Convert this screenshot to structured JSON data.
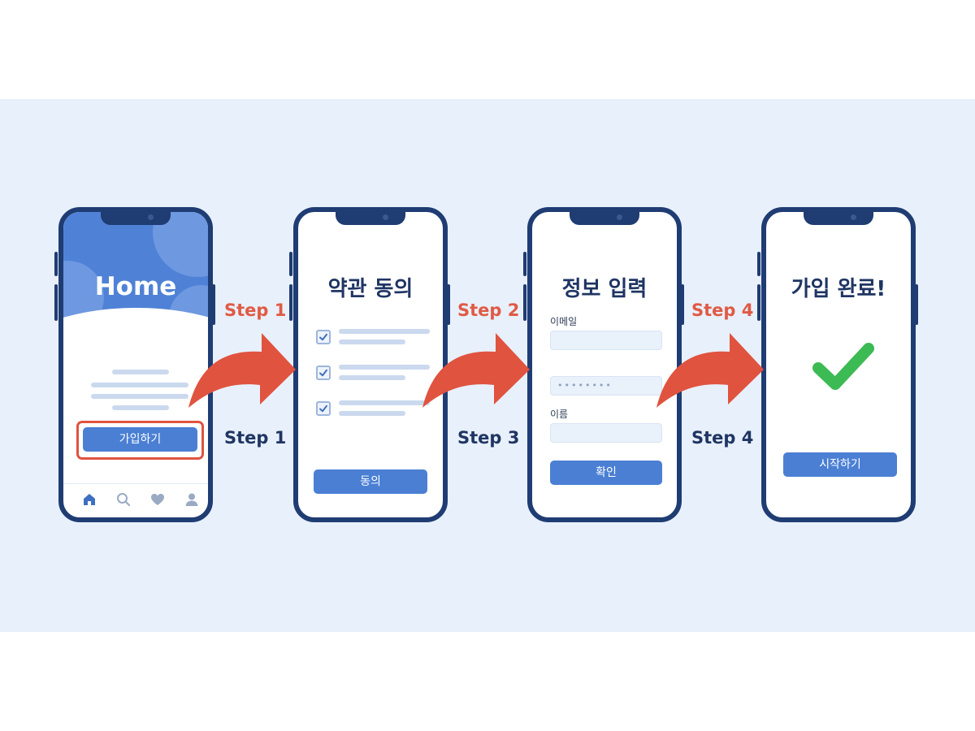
{
  "steps": {
    "top": [
      "Step 1",
      "Step 2",
      "Step 4"
    ],
    "bottom": [
      "Step 1",
      "Step 3",
      "Step 4"
    ]
  },
  "screens": {
    "home": {
      "title": "Home",
      "button": "가입하기",
      "nav_icons": [
        "home-icon",
        "search-icon",
        "heart-icon",
        "user-icon"
      ]
    },
    "terms": {
      "title": "약관 동의",
      "checkbox_count": 3,
      "button": "동의"
    },
    "info": {
      "title": "정보 입력",
      "email_label": "이메일",
      "password_mask": "••••••••",
      "name_label": "이름",
      "button": "확인"
    },
    "done": {
      "title": "가입 완료!",
      "check_icon": "check-icon",
      "button": "시작하기"
    }
  },
  "colors": {
    "background": "#e8f0fb",
    "phone_frame": "#1f3c73",
    "primary": "#4a7fd4",
    "arrow": "#e0533f",
    "success": "#3cba54"
  }
}
